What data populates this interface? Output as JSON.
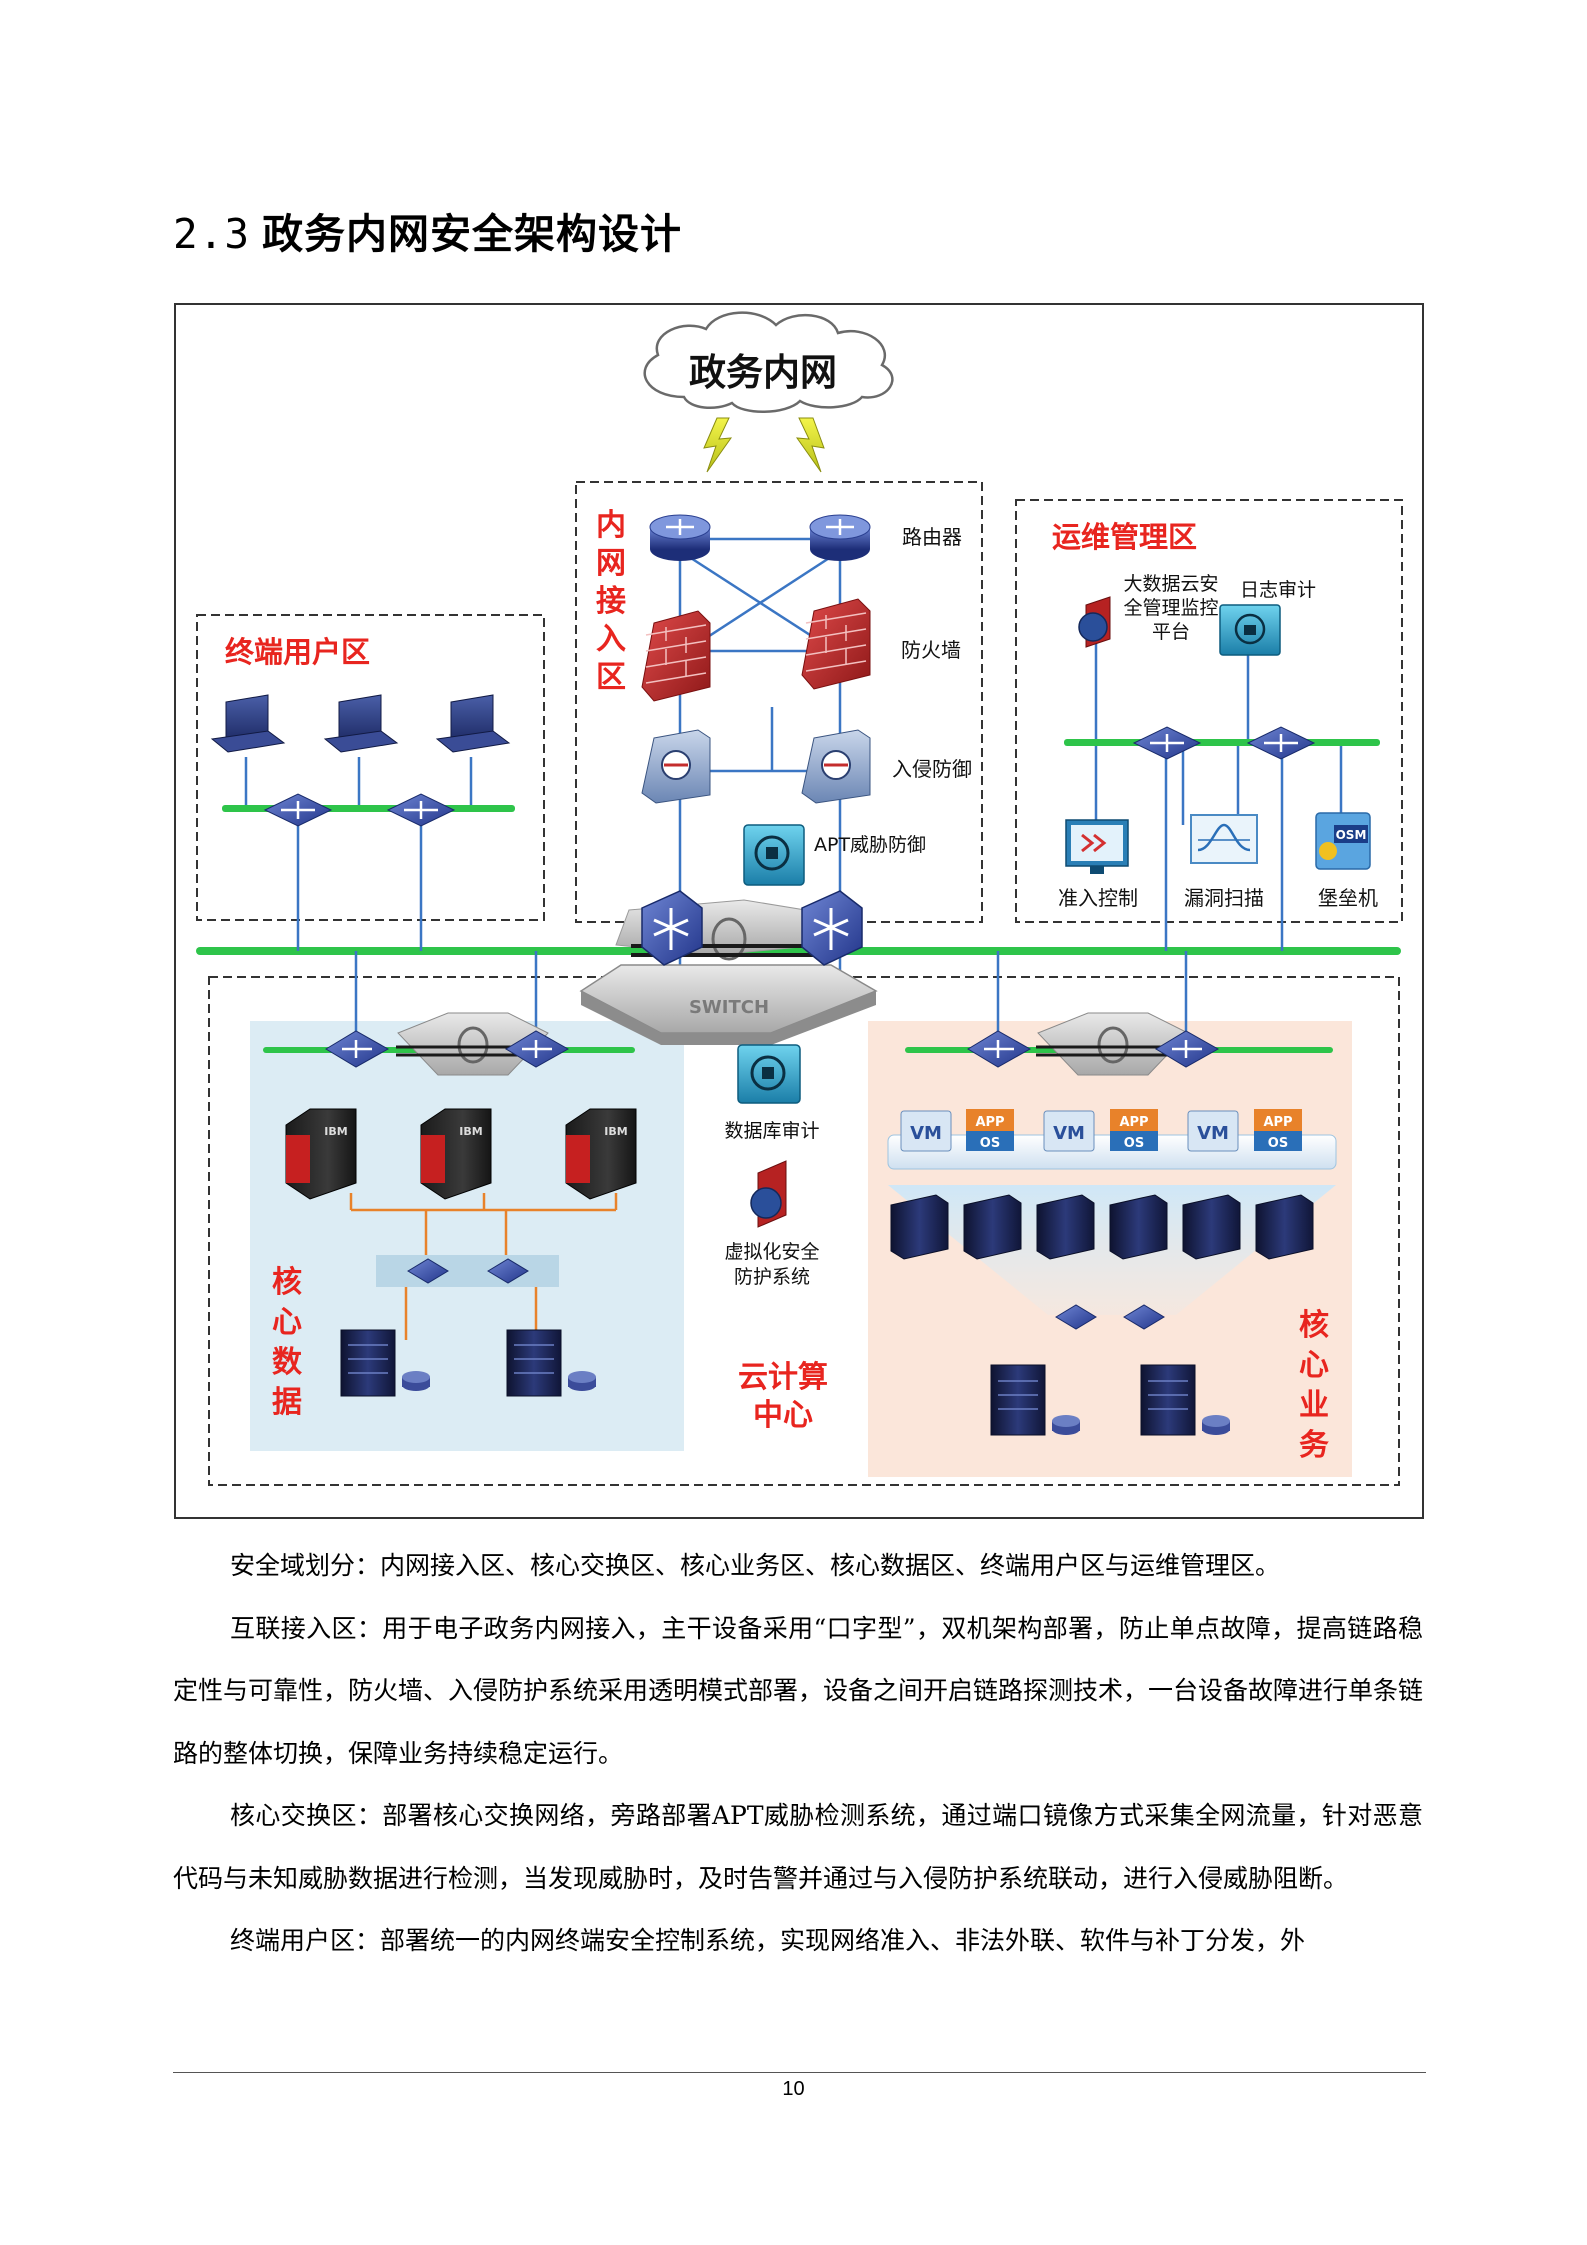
{
  "page": {
    "section_number": "2.3",
    "section_title": "政务内网安全架构设计",
    "page_number": "10"
  },
  "diagram": {
    "cloud_label": "政务内网",
    "zones": {
      "inner_access": "内网接入区",
      "terminal_user": "终端用户区",
      "ops_management": "运维管理区",
      "core_data": "核心数据",
      "core_business": "核心业务",
      "cloud_center": "云计算中心"
    },
    "devices": {
      "router": "路由器",
      "firewall": "防火墙",
      "ips": "入侵防御",
      "apt": "APT威胁防御",
      "bigdata_platform": "大数据云安全全管理监控平台",
      "log_audit": "日志审计",
      "access_control": "准入控制",
      "vuln_scan": "漏洞扫描",
      "bastion": "堡垒机",
      "db_audit": "数据库审计",
      "virt_security": "虚拟化安全防护系统"
    },
    "switch_text": "SWITCH",
    "server_brand": "IBM",
    "vm_label": "VM",
    "app_label": "APP",
    "os_label": "OS",
    "osm_label": "OSM",
    "colors": {
      "zone_red": "#e8251f",
      "green_bus": "#2ec44a",
      "link_blue": "#3b76c4",
      "orange_link": "#e8822a",
      "router_blue": "#2b3f8f",
      "firewall_red": "#c42d2d",
      "light_blue_zone": "#dcecf4",
      "light_orange_zone": "#fbe6da"
    }
  },
  "paragraphs": [
    "安全域划分：内网接入区、核心交换区、核心业务区、核心数据区、终端用户区与运维管理区。",
    "互联接入区：用于电子政务内网接入，主干设备采用“口字型”，双机架构部署，防止单点故障，提高链路稳定性与可靠性，防火墙、入侵防护系统采用透明模式部署，设备之间开启链路探测技术，一台设备故障进行单条链路的整体切换，保障业务持续稳定运行。",
    "核心交换区：部署核心交换网络，旁路部署APT威胁检测系统，通过端口镜像方式采集全网流量，针对恶意代码与未知威胁数据进行检测，当发现威胁时，及时告警并通过与入侵防护系统联动，进行入侵威胁阻断。",
    "终端用户区：部署统一的内网终端安全控制系统，实现网络准入、非法外联、软件与补丁分发，外"
  ]
}
